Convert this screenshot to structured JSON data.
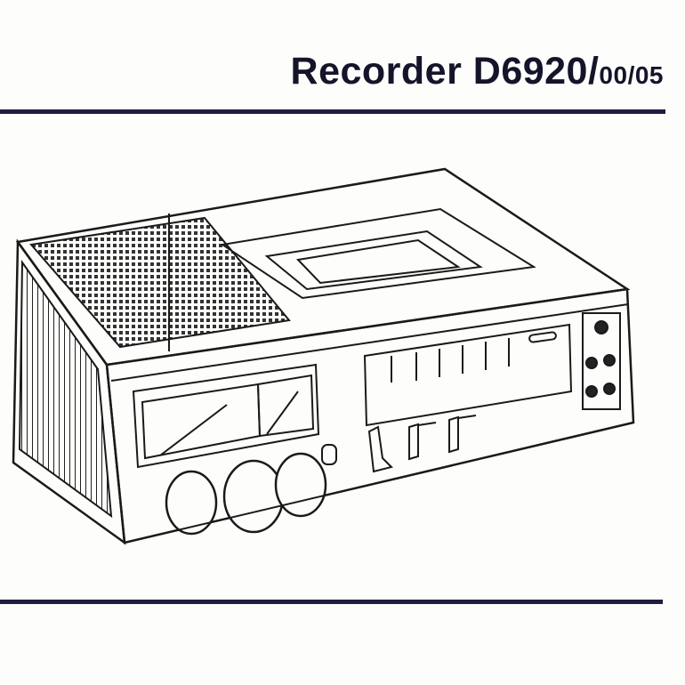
{
  "header": {
    "title_main": "Recorder D6920/",
    "title_sub": "00/05"
  },
  "illustration": {
    "subject": "cassette-recorder",
    "line_color": "#1a1a1a"
  },
  "colors": {
    "rule": "#1e1e40",
    "text": "#14142a",
    "paper": "#fdfdfb"
  }
}
